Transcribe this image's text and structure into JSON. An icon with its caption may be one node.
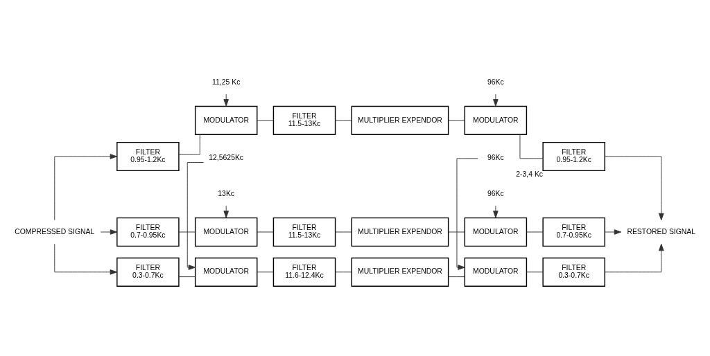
{
  "diagram": {
    "nodes": [
      {
        "text": [
          "COMPRESSED SIGNAL"
        ]
      },
      {
        "text": [
          "FILTER",
          "0.95-1.2Kc"
        ]
      },
      {
        "text": [
          "MODULATOR"
        ]
      },
      {
        "text": [
          "FILTER",
          "11.5-13Kc"
        ]
      },
      {
        "text": [
          "MULTIPLIER EXPENDOR"
        ]
      },
      {
        "text": [
          "MODULATOR"
        ]
      },
      {
        "text": [
          "FILTER",
          "0.95-1.2Kc"
        ],
        "beside": [
          "2-3,4 Kc"
        ]
      },
      {
        "text": [
          "11,25 Kc"
        ]
      },
      {
        "text": [
          "96Kc"
        ]
      },
      {
        "text": [
          "FILTER",
          "0.7-0.95Kc"
        ]
      },
      {
        "text": [
          "MODULATOR"
        ]
      },
      {
        "text": [
          "FILTER",
          "11.5-13Kc"
        ]
      },
      {
        "text": [
          "MULTIPLIER EXPENDOR"
        ]
      },
      {
        "text": [
          "MODULATOR"
        ]
      },
      {
        "text": [
          "FILTER",
          "0.7-0.95Kc"
        ]
      },
      {
        "text": [
          "13Kc"
        ]
      },
      {
        "text": [
          "96Kc"
        ]
      },
      {
        "text": [
          "FILTER",
          "0.3-0.7Kc"
        ]
      },
      {
        "text": [
          "MODULATOR"
        ]
      },
      {
        "text": [
          "FILTER",
          "11.6-12.4Kc"
        ]
      },
      {
        "text": [
          "MULTIPLIER EXPENDOR"
        ]
      },
      {
        "text": [
          "MODULATOR"
        ]
      },
      {
        "text": [
          "FILTER",
          "0.3-0.7Kc"
        ]
      },
      {
        "text": [
          "12,5625Kc"
        ]
      },
      {
        "text": [
          "96Kc"
        ]
      },
      {
        "text": [
          "RESTORED SIGNAL"
        ]
      }
    ],
    "edges": [
      {
        "from": 0,
        "to": 1,
        "arrow": "to"
      },
      {
        "from": 0,
        "to": 9,
        "arrow": "to"
      },
      {
        "from": 0,
        "to": 17,
        "arrow": "to"
      },
      {
        "from": 1,
        "to": 2,
        "arrow": "none"
      },
      {
        "from": 2,
        "to": 3,
        "arrow": "none"
      },
      {
        "from": 3,
        "to": 4,
        "arrow": "none"
      },
      {
        "from": 4,
        "to": 5,
        "arrow": "none"
      },
      {
        "from": 5,
        "to": 6,
        "arrow": "none"
      },
      {
        "from": 7,
        "to": 2,
        "arrow": "to"
      },
      {
        "from": 8,
        "to": 5,
        "arrow": "to"
      },
      {
        "from": 9,
        "to": 10,
        "arrow": "none"
      },
      {
        "from": 10,
        "to": 11,
        "arrow": "none"
      },
      {
        "from": 11,
        "to": 12,
        "arrow": "none"
      },
      {
        "from": 12,
        "to": 13,
        "arrow": "none"
      },
      {
        "from": 13,
        "to": 14,
        "arrow": "none"
      },
      {
        "from": 15,
        "to": 10,
        "arrow": "to"
      },
      {
        "from": 16,
        "to": 13,
        "arrow": "to"
      },
      {
        "from": 17,
        "to": 18,
        "arrow": "none"
      },
      {
        "from": 18,
        "to": 19,
        "arrow": "none"
      },
      {
        "from": 19,
        "to": 20,
        "arrow": "none"
      },
      {
        "from": 20,
        "to": 21,
        "arrow": "none"
      },
      {
        "from": 21,
        "to": 22,
        "arrow": "none"
      },
      {
        "from": 23,
        "to": 18,
        "arrow": "to"
      },
      {
        "from": 24,
        "to": 21,
        "arrow": "to"
      },
      {
        "from": 6,
        "to": 25,
        "arrow": "to"
      },
      {
        "from": 14,
        "to": 25,
        "arrow": "to"
      },
      {
        "from": 22,
        "to": 25,
        "arrow": "to"
      }
    ]
  }
}
